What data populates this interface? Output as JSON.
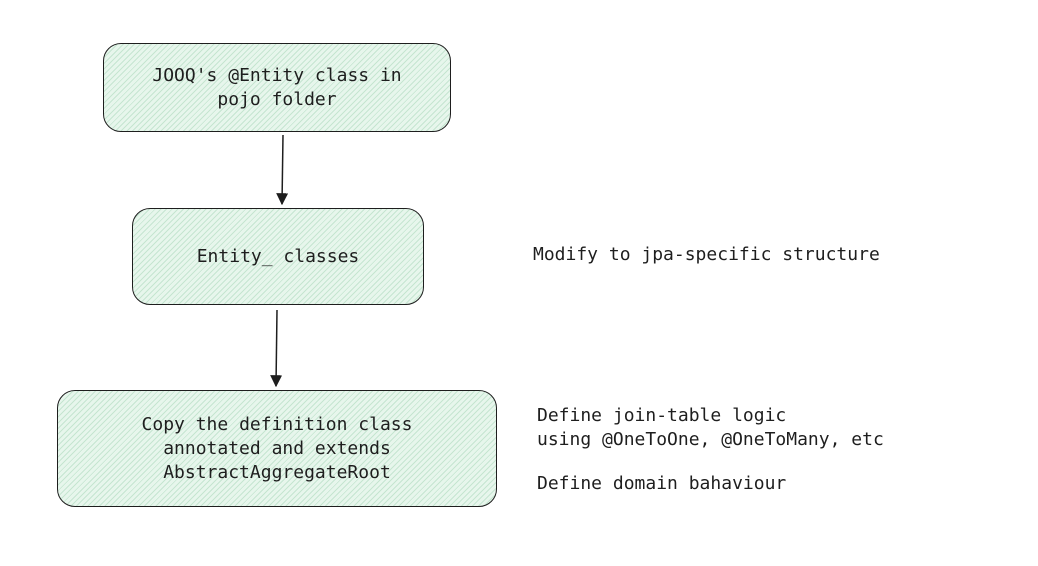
{
  "diagram": {
    "nodes": [
      {
        "id": "pojo",
        "text": "JOOQ's @Entity class in\npojo folder"
      },
      {
        "id": "entity",
        "text": "Entity_ classes"
      },
      {
        "id": "copy",
        "text": "Copy the definition class\nannotated and extends\nAbstractAggregateRoot"
      }
    ],
    "notes": [
      {
        "text": "Modify to jpa-specific structure"
      },
      {
        "text": "Define join-table logic\nusing @OneToOne, @OneToMany, etc"
      },
      {
        "text": "Define domain bahaviour"
      }
    ],
    "edges": [
      {
        "from": "pojo",
        "to": "entity"
      },
      {
        "from": "entity",
        "to": "copy"
      }
    ],
    "colors": {
      "node_fill": "#e7f6ec",
      "node_hatch": "#78be91",
      "stroke": "#1e1e1e",
      "text": "#1e1e1e"
    }
  }
}
